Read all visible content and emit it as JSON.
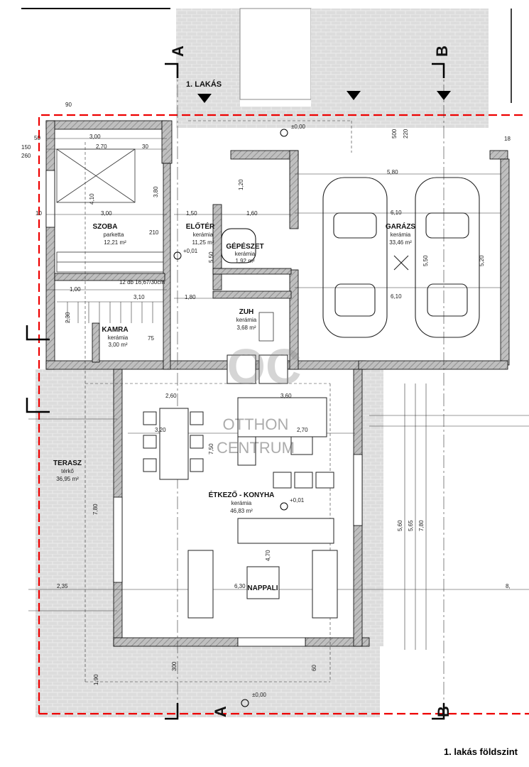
{
  "caption": "1. lakás földszint",
  "plan_label": "1. LAKÁS",
  "section_markers": {
    "a": "A",
    "b": "B"
  },
  "levels": {
    "top": "±0,00",
    "bottom": "±0,00",
    "living": "+0,01",
    "hall": "+0,01"
  },
  "rooms": {
    "szoba": {
      "name": "SZOBA",
      "floor": "parketta",
      "area": "12,21 m²"
    },
    "eloter": {
      "name": "ELŐTÉR",
      "floor": "kerámia",
      "area": "11,25 m²"
    },
    "gepeszet": {
      "name": "GÉPÉSZET",
      "floor": "kerámia",
      "area": "1,92 m²"
    },
    "zuh": {
      "name": "ZUH",
      "floor": "kerámia",
      "area": "3,68 m²"
    },
    "kamra": {
      "name": "KAMRA",
      "floor": "kerámia",
      "area": "3,00 m²"
    },
    "garazs": {
      "name": "GARÁZS",
      "floor": "kerámia",
      "area": "33,46 m²"
    },
    "terasz": {
      "name": "TERASZ",
      "floor": "térkő",
      "area": "36,95 m²"
    },
    "nappali": {
      "name1": "NAPPALI",
      "name2": "ÉTKEZŐ - KONYHA",
      "floor": "kerámia",
      "area": "46,83 m²"
    }
  },
  "stair_note": "12 db 16,67/30cm",
  "watermark": {
    "line1": "OTTHON",
    "line2": "CENTRUM"
  },
  "dims": {
    "d_300_top": "3,00",
    "d_270": "2,70",
    "d_30a": "30",
    "d_150": "150",
    "d_260": "260",
    "d_90": "90",
    "d_50": "50",
    "d_410": "4,10",
    "d_380": "3,80",
    "d_10": "10",
    "d_300_mid": "3,00",
    "d_210": "210",
    "d_150b": "1,50",
    "d_160": "1,60",
    "d_120": "1,20",
    "d_550": "5,50",
    "d_580": "5,80",
    "d_610": "6,10",
    "d_610b": "6,10",
    "d_500": "500",
    "d_220": "220",
    "d_520": "5,20",
    "d_550b": "5,50",
    "d_100": "1,00",
    "d_310": "3,10",
    "d_180": "1,80",
    "d_230": "2,30",
    "d_75": "75",
    "d_260b": "2,60",
    "d_360": "3,60",
    "d_320": "3,20",
    "d_270b": "2,70",
    "d_750": "7,50",
    "d_780": "7,80",
    "d_470": "4,70",
    "d_235": "2,35",
    "d_630": "6,30",
    "d_300b": "300",
    "d_60": "60",
    "d_560": "5,60",
    "d_565": "5,65",
    "d_780b": "7,80",
    "d_190": "1,90",
    "d_18": "18",
    "d_870": "8,"
  }
}
